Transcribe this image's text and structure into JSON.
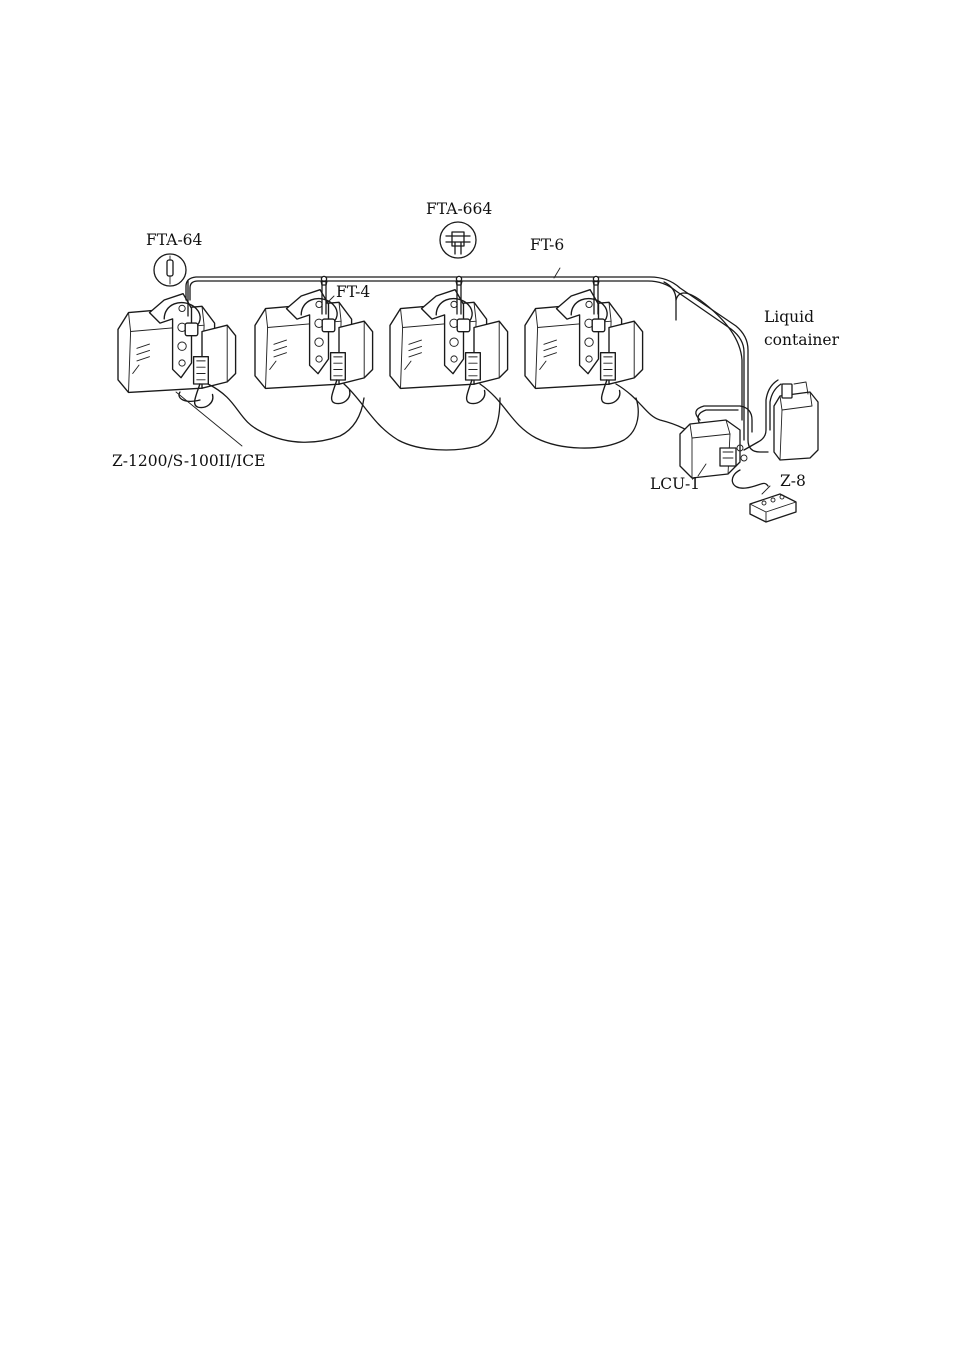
{
  "labels": {
    "fta64": "FTA-64",
    "fta664": "FTA-664",
    "ft6": "FT-6",
    "ft4": "FT-4",
    "liquid_line1": "Liquid",
    "liquid_line2": "container",
    "machine": "Z-1200/S-100II/ICE",
    "lcu": "LCU-1",
    "z8": "Z-8"
  }
}
